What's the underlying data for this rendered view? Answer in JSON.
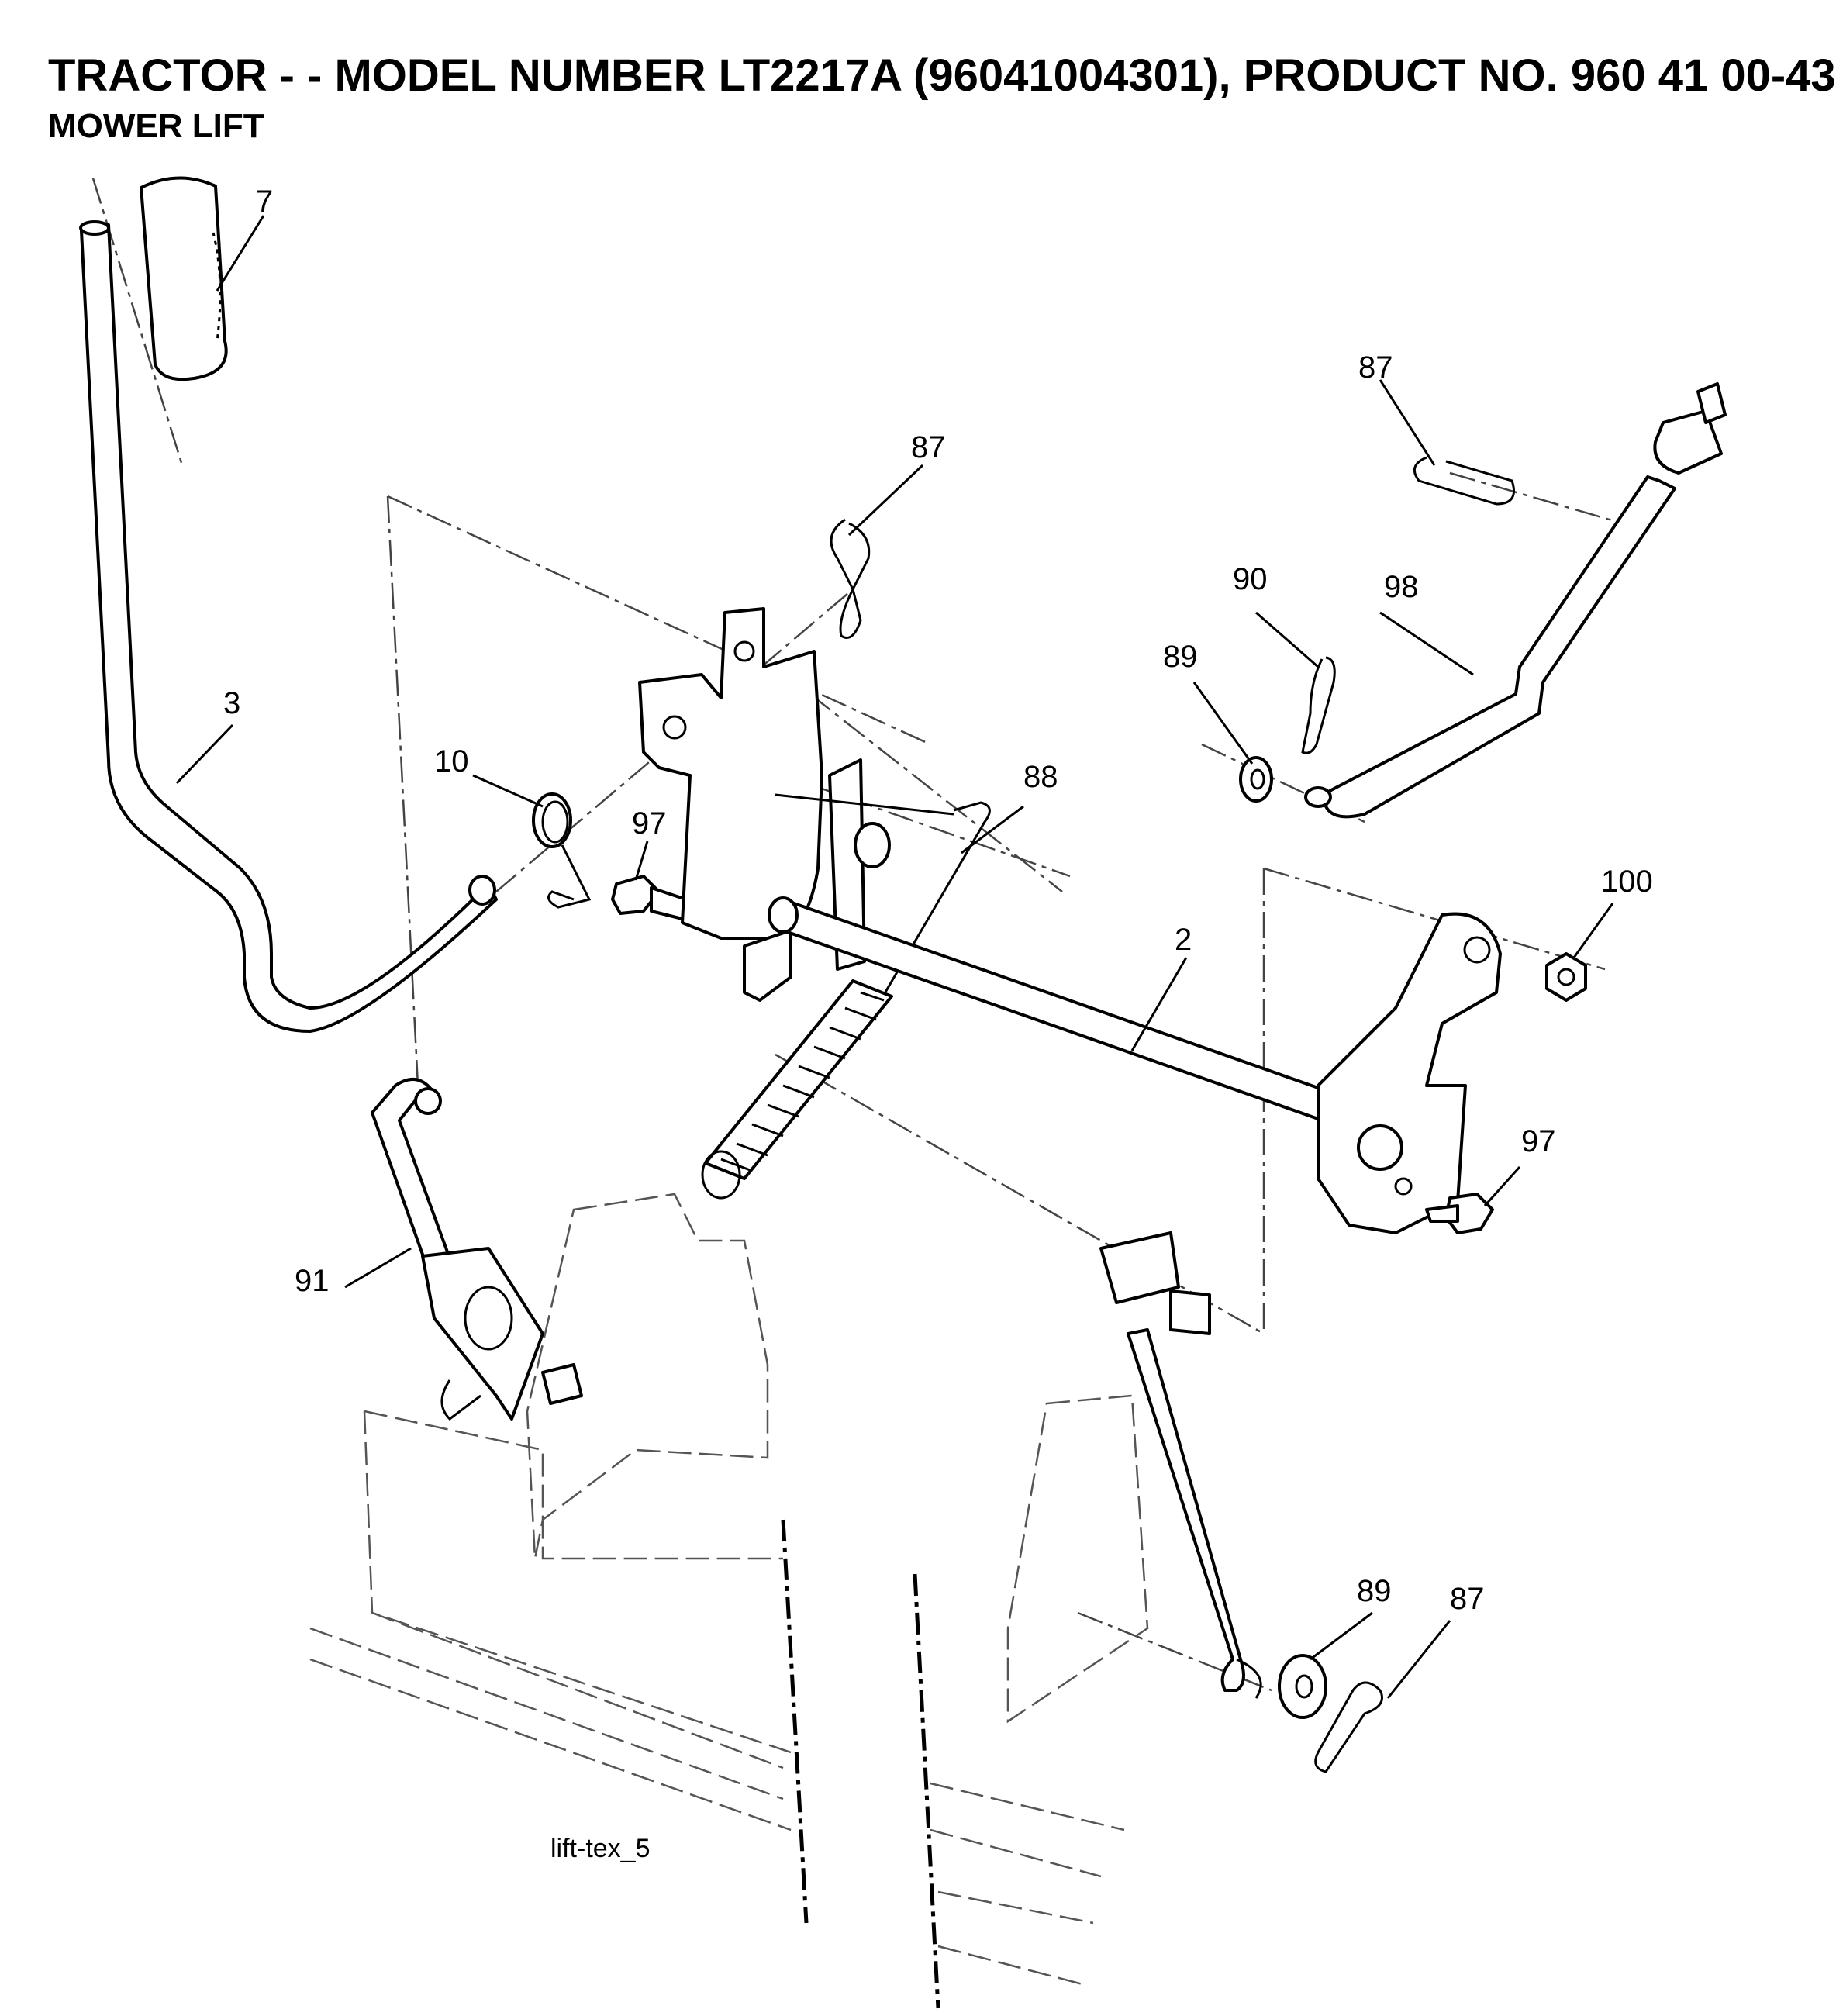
{
  "header": {
    "title": "TRACTOR - - MODEL NUMBER LT2217A (96041004301), PRODUCT NO. 960 41 00-43",
    "subtitle": "MOWER LIFT"
  },
  "figure_id": "lift-tex_5",
  "callouts": [
    {
      "id": "c7",
      "text": "7"
    },
    {
      "id": "c87a",
      "text": "87"
    },
    {
      "id": "c87b",
      "text": "87"
    },
    {
      "id": "c90",
      "text": "90"
    },
    {
      "id": "c98",
      "text": "98"
    },
    {
      "id": "c89a",
      "text": "89"
    },
    {
      "id": "c3",
      "text": "3"
    },
    {
      "id": "c10",
      "text": "10"
    },
    {
      "id": "c97a",
      "text": "97"
    },
    {
      "id": "c88",
      "text": "88"
    },
    {
      "id": "c100",
      "text": "100"
    },
    {
      "id": "c2",
      "text": "2"
    },
    {
      "id": "c97b",
      "text": "97"
    },
    {
      "id": "c91",
      "text": "91"
    },
    {
      "id": "c89b",
      "text": "89"
    },
    {
      "id": "c87c",
      "text": "87"
    }
  ]
}
